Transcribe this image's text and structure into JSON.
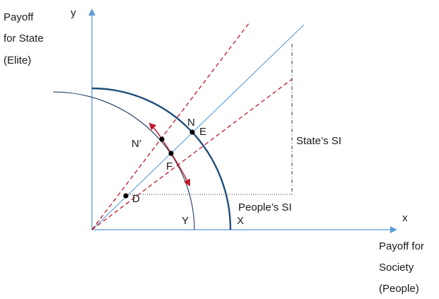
{
  "axes": {
    "x_symbol": "x",
    "y_symbol": "y",
    "y_caption": [
      "Payoff",
      "for State",
      "(Elite)"
    ],
    "x_caption": [
      "Payoff for",
      "Society",
      "(People)"
    ]
  },
  "points": {
    "N": "N",
    "E": "E",
    "N_prime": "N′",
    "F": "F",
    "D": "D",
    "Y": "Y",
    "X": "X"
  },
  "annotations": {
    "state_si": "State’s SI",
    "people_si": "People’s SI"
  },
  "colors": {
    "axis": "#5b9bd5",
    "outer_curve": "#1f4e79",
    "inner_curve": "#1f3864",
    "ray": "#5b9bd5",
    "dashed": "#c0182a",
    "arrow": "#c0182a",
    "dotted": "#333333"
  }
}
